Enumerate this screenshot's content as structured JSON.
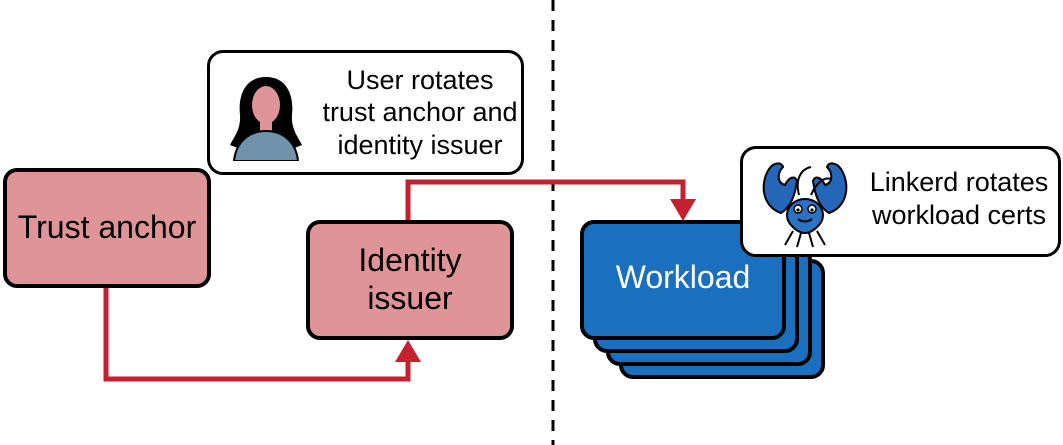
{
  "nodes": {
    "trust_anchor": "Trust anchor",
    "identity_issuer_line1": "Identity",
    "identity_issuer_line2": "issuer",
    "workload": "Workload"
  },
  "callouts": {
    "user": [
      "User rotates",
      "trust anchor and",
      "identity issuer"
    ],
    "linkerd": [
      "Linkerd rotates",
      "workload certs"
    ]
  },
  "icons": {
    "user": "person-avatar-icon",
    "linkerd": "linkerd-lobster-mascot-icon"
  },
  "colors": {
    "node_fill": "#df9597",
    "arrow": "#c42030",
    "workload_fill": "#1a6fbf",
    "avatar_skin": "#df9597",
    "avatar_shirt": "#6f93ad"
  }
}
